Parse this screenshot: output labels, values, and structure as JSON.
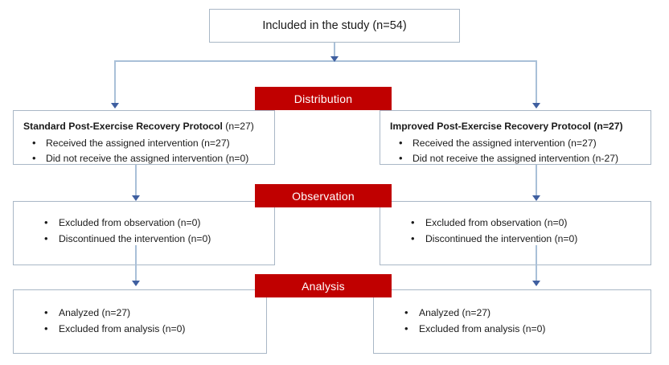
{
  "diagram": {
    "title": "Included in the study (n=54)",
    "colors": {
      "banner_red": "#c00000",
      "box_border": "#a9b7c6",
      "connector": "#a9c0d8",
      "arrowhead": "#3f5fa0"
    },
    "top_box": {
      "label": "Included in the study (n=54)"
    },
    "sections": [
      {
        "name": "distribution",
        "label": "Distribution"
      },
      {
        "name": "observation",
        "label": "Observation"
      },
      {
        "name": "analysis",
        "label": "Analysis"
      }
    ],
    "distribution": {
      "left": {
        "title_bold": "Standard Post-Exercise Recovery Protocol",
        "title_plain": " (n=27)",
        "bullets": [
          "Received the assigned intervention (n=27)",
          "Did not receive the assigned intervention (n=0)"
        ]
      },
      "right": {
        "title_bold": "Improved Post-Exercise Recovery Protocol (n=27)",
        "title_plain": "",
        "bullets": [
          "Received the assigned intervention (n=27)",
          "Did not receive the assigned intervention (n-27)"
        ]
      }
    },
    "observation": {
      "left": {
        "bullets": [
          "Excluded from observation (n=0)",
          "Discontinued the intervention (n=0)"
        ]
      },
      "right": {
        "bullets": [
          "Excluded from observation (n=0)",
          "Discontinued the intervention (n=0)"
        ]
      }
    },
    "analysis": {
      "left": {
        "bullets": [
          "Analyzed (n=27)",
          "Excluded from analysis (n=0)"
        ]
      },
      "right": {
        "bullets": [
          "Analyzed (n=27)",
          "Excluded from analysis (n=0)"
        ]
      }
    }
  }
}
